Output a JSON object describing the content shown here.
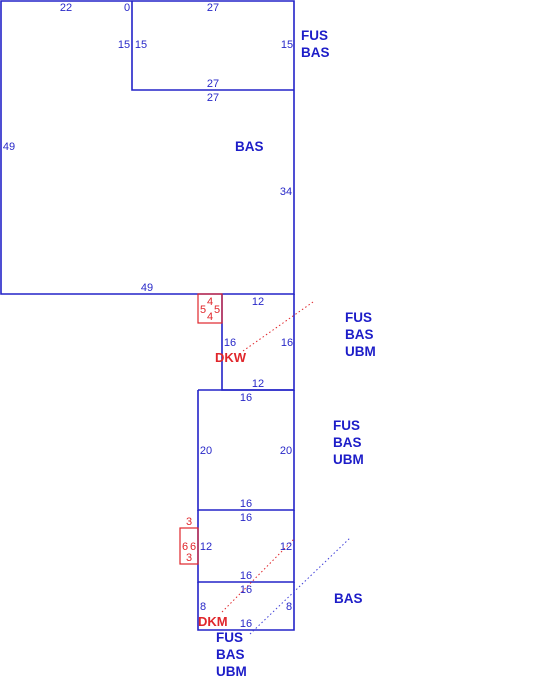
{
  "sections": {
    "upper": {
      "top_left": "22",
      "top_zero": "0",
      "top_right": "27",
      "left_side": "49",
      "bottom": "49",
      "right_side": "34",
      "code": "BAS",
      "inset": {
        "top": "27",
        "left_outer": "15",
        "left_inner": "15",
        "right": "15",
        "bottom_inner": "27",
        "bottom_outer": "27",
        "codes": [
          "FUS",
          "BAS"
        ]
      }
    },
    "box_a": {
      "top": "12",
      "left": "16",
      "right": "16",
      "bottom": "12",
      "codes": [
        "FUS",
        "BAS",
        "UBM"
      ],
      "dormer": {
        "top": "4",
        "bottom": "4",
        "left": "5",
        "right": "5",
        "code": "DKW"
      }
    },
    "box_b": {
      "top": "16",
      "left": "20",
      "right": "20",
      "bottom": "16",
      "codes": [
        "FUS",
        "BAS",
        "UBM"
      ]
    },
    "box_c": {
      "top": "16",
      "left": "12",
      "right": "12",
      "bottom": "16",
      "bump": {
        "top": "3",
        "left": "6",
        "right": "6",
        "bottom": "3"
      }
    },
    "box_d": {
      "top": "16",
      "left": "8",
      "right": "8",
      "bottom": "16",
      "code_right": "BAS",
      "code_red": "DKM",
      "codes_bottom": [
        "FUS",
        "BAS",
        "UBM"
      ]
    }
  }
}
